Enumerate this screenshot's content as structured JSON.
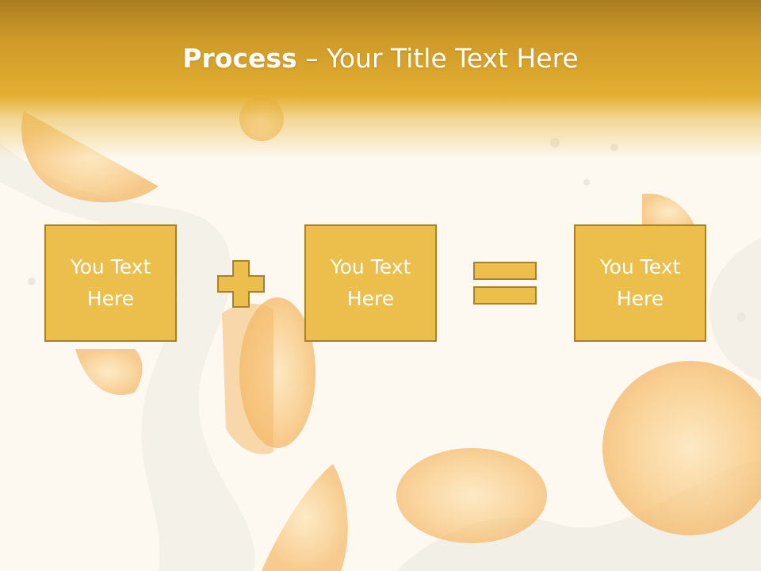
{
  "slide": {
    "title_bold": "Process",
    "title_rest": " – Your Title Text Here",
    "boxes": [
      {
        "text": "You Text\nHere"
      },
      {
        "text": "You Text\nHere"
      },
      {
        "text": "You Text\nHere"
      }
    ],
    "operators": [
      "plus-icon",
      "equals-icon"
    ]
  },
  "colors": {
    "header": "#d9a42c",
    "box_fill": "#ecbe4c",
    "box_border": "#a7812c",
    "background": "#fdf9f1",
    "orange": "#f6b85a"
  }
}
